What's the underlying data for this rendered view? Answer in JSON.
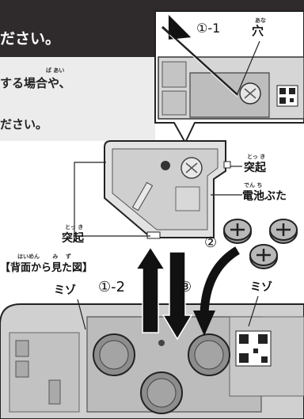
{
  "header": {
    "banner_text": "ださい。",
    "note_line1": "する場合や、",
    "note_line1_ruby": "ば あい",
    "note_line2": "ださい。"
  },
  "inset": {
    "step_label": "①-1",
    "hole_label": "穴",
    "hole_ruby": "あな"
  },
  "labels": {
    "protrusion_right": "突起",
    "protrusion_right_ruby": "とっ き",
    "battery_cover": "電池ぶた",
    "battery_cover_ruby": "でん ち",
    "protrusion_left": "突起",
    "protrusion_left_ruby": "とっ き",
    "back_view": "【背面から見た図】",
    "back_view_ruby": "はいめん　　 み　 ず",
    "groove_left": "ミゾ",
    "groove_right": "ミゾ"
  },
  "steps": {
    "step_1_2": "①-2",
    "step_2": "②",
    "step_3": "③"
  },
  "colors": {
    "banner": "#2f2a2b",
    "note_bg": "#ececec",
    "device_gray": "#d4d4d4",
    "dark_gray": "#8d8d8d",
    "arrow": "#111111"
  }
}
